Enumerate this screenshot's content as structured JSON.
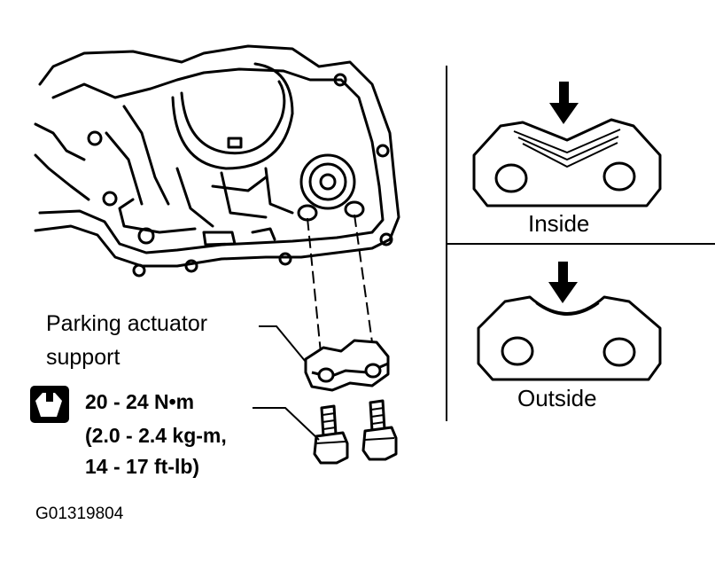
{
  "callout": {
    "line1": "Parking actuator",
    "line2": "support"
  },
  "torque": {
    "icon": "torque-wrench-icon",
    "line1": "20 - 24 N•m",
    "line2": "(2.0 - 2.4 kg-m,",
    "line3": "14 - 17 ft-lb)"
  },
  "panels": [
    {
      "caption": "Inside"
    },
    {
      "caption": "Outside"
    }
  ],
  "figure_id": "G01319804"
}
